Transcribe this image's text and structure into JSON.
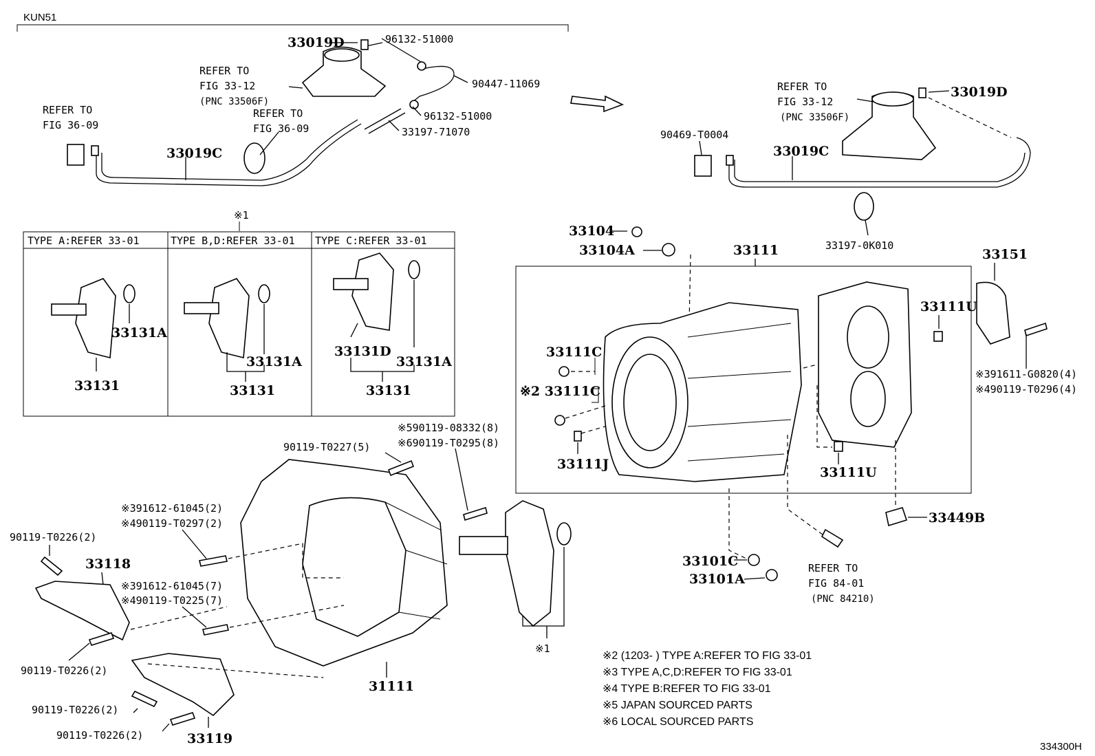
{
  "header": {
    "model": "KUN51",
    "diagram_id": "334300H"
  },
  "callouts": {
    "p33019D_a": "33019D",
    "p96132_a": "96132-51000",
    "p90447": "90447-11069",
    "p96132_b": "96132-51000",
    "p33197_71070": "33197-71070",
    "p33019C_a": "33019C",
    "refer_fig3312_a": [
      "REFER TO",
      "FIG 33-12",
      "(PNC 33506F)"
    ],
    "refer_fig3609_a": [
      "REFER TO",
      "FIG 36-09"
    ],
    "refer_fig3609_b": [
      "REFER TO",
      "FIG 36-09"
    ],
    "refer_fig3312_b": [
      "REFER TO",
      "FIG 33-12",
      "(PNC 33506F)"
    ],
    "p33019D_b": "33019D",
    "p90469": "90469-T0004",
    "p33019C_b": "33019C",
    "p33197_0K010": "33197-0K010",
    "mark1": "※1",
    "type_a": "TYPE  A:REFER 33-01",
    "type_bd": "TYPE B,D:REFER 33-01",
    "type_c": "TYPE  C:REFER 33-01",
    "p33131A_1": "33131A",
    "p33131_1": "33131",
    "p33131A_2": "33131A",
    "p33131_2": "33131",
    "p33131D": "33131D",
    "p33131A_3": "33131A",
    "p33131_3": "33131",
    "p33104": "33104",
    "p33104A": "33104A",
    "p33111_box": "33111",
    "p33151": "33151",
    "p33111U_a": "33111U",
    "p33111C_a": "33111C",
    "p33111C_b": "※2 33111C",
    "p33111J": "33111J",
    "p33111U_b": "33111U",
    "p391611": "※391611-G0820(4)",
    "p490119_T0296": "※490119-T0296(4)",
    "p33449B": "33449B",
    "p33101C": "33101C",
    "p33101A": "33101A",
    "refer_fig8401": [
      "REFER TO",
      "FIG 84-01",
      "(PNC 84210)"
    ],
    "p590119": "※590119-08332(8)",
    "p690119": "※690119-T0295(8)",
    "p90119_T0227": "90119-T0227(5)",
    "p391612_a": "※391612-61045(2)",
    "p490119_T0297": "※490119-T0297(2)",
    "p90119_T0226_a": "90119-T0226(2)",
    "p33118": "33118",
    "p391612_b": "※391612-61045(7)",
    "p490119_T0225": "※490119-T0225(7)",
    "p90119_T0226_b": "90119-T0226(2)",
    "p90119_T0226_c": "90119-T0226(2)",
    "p90119_T0226_d": "90119-T0226(2)",
    "p33119": "33119",
    "p31111": "31111",
    "mark1_b": "※1"
  },
  "notes": [
    "※2 (1203-       ) TYPE A:REFER TO FIG 33-01",
    "※3 TYPE A,C,D:REFER TO FIG 33-01",
    "※4 TYPE B:REFER TO FIG 33-01",
    "※5 JAPAN SOURCED PARTS",
    "※6 LOCAL SOURCED PARTS"
  ]
}
